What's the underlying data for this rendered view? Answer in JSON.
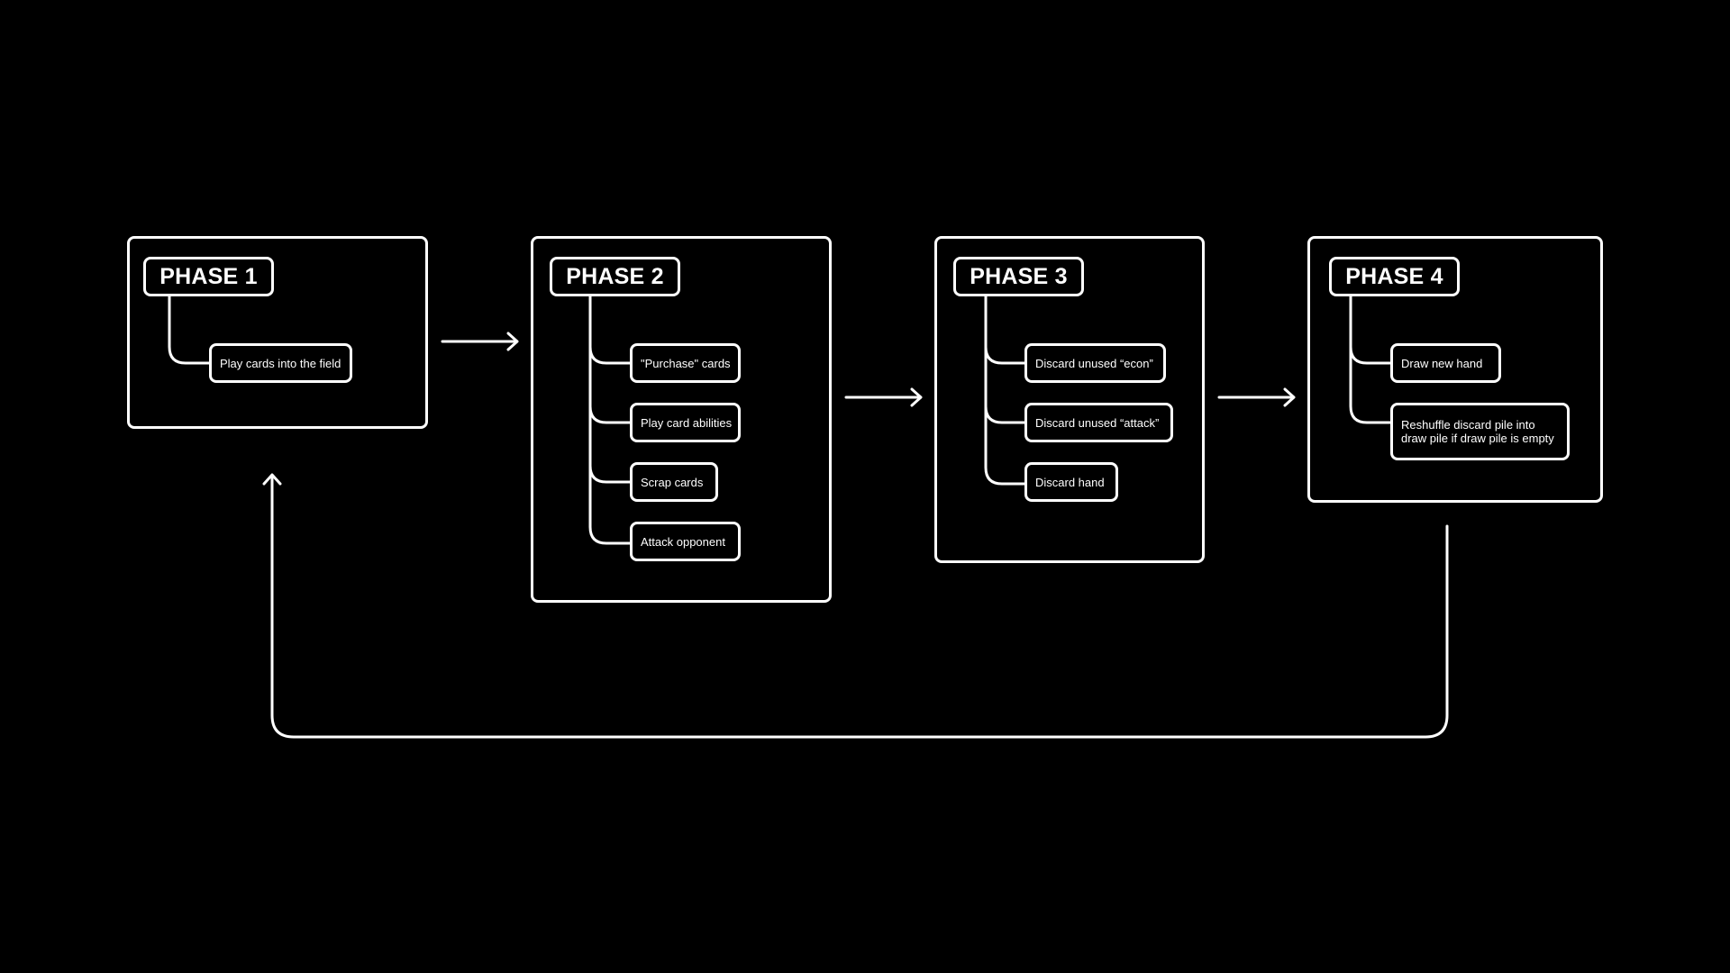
{
  "colors": {
    "background": "#000000",
    "stroke": "#ffffff",
    "text": "#ffffff"
  },
  "phases": [
    {
      "title": "PHASE 1",
      "steps": [
        "Play cards into the field"
      ]
    },
    {
      "title": "PHASE 2",
      "steps": [
        "\"Purchase\" cards",
        "Play card abilities",
        "Scrap cards",
        "Attack opponent"
      ]
    },
    {
      "title": "PHASE 3",
      "steps": [
        "Discard unused “econ”",
        "Discard unused “attack”",
        "Discard hand"
      ]
    },
    {
      "title": "PHASE 4",
      "steps": [
        "Draw new hand",
        "Reshuffle discard pile into draw pile if draw pile is empty"
      ]
    }
  ],
  "icons": {
    "flow_arrow": "arrow-right-icon",
    "loop_arrow": "arrow-up-icon"
  }
}
